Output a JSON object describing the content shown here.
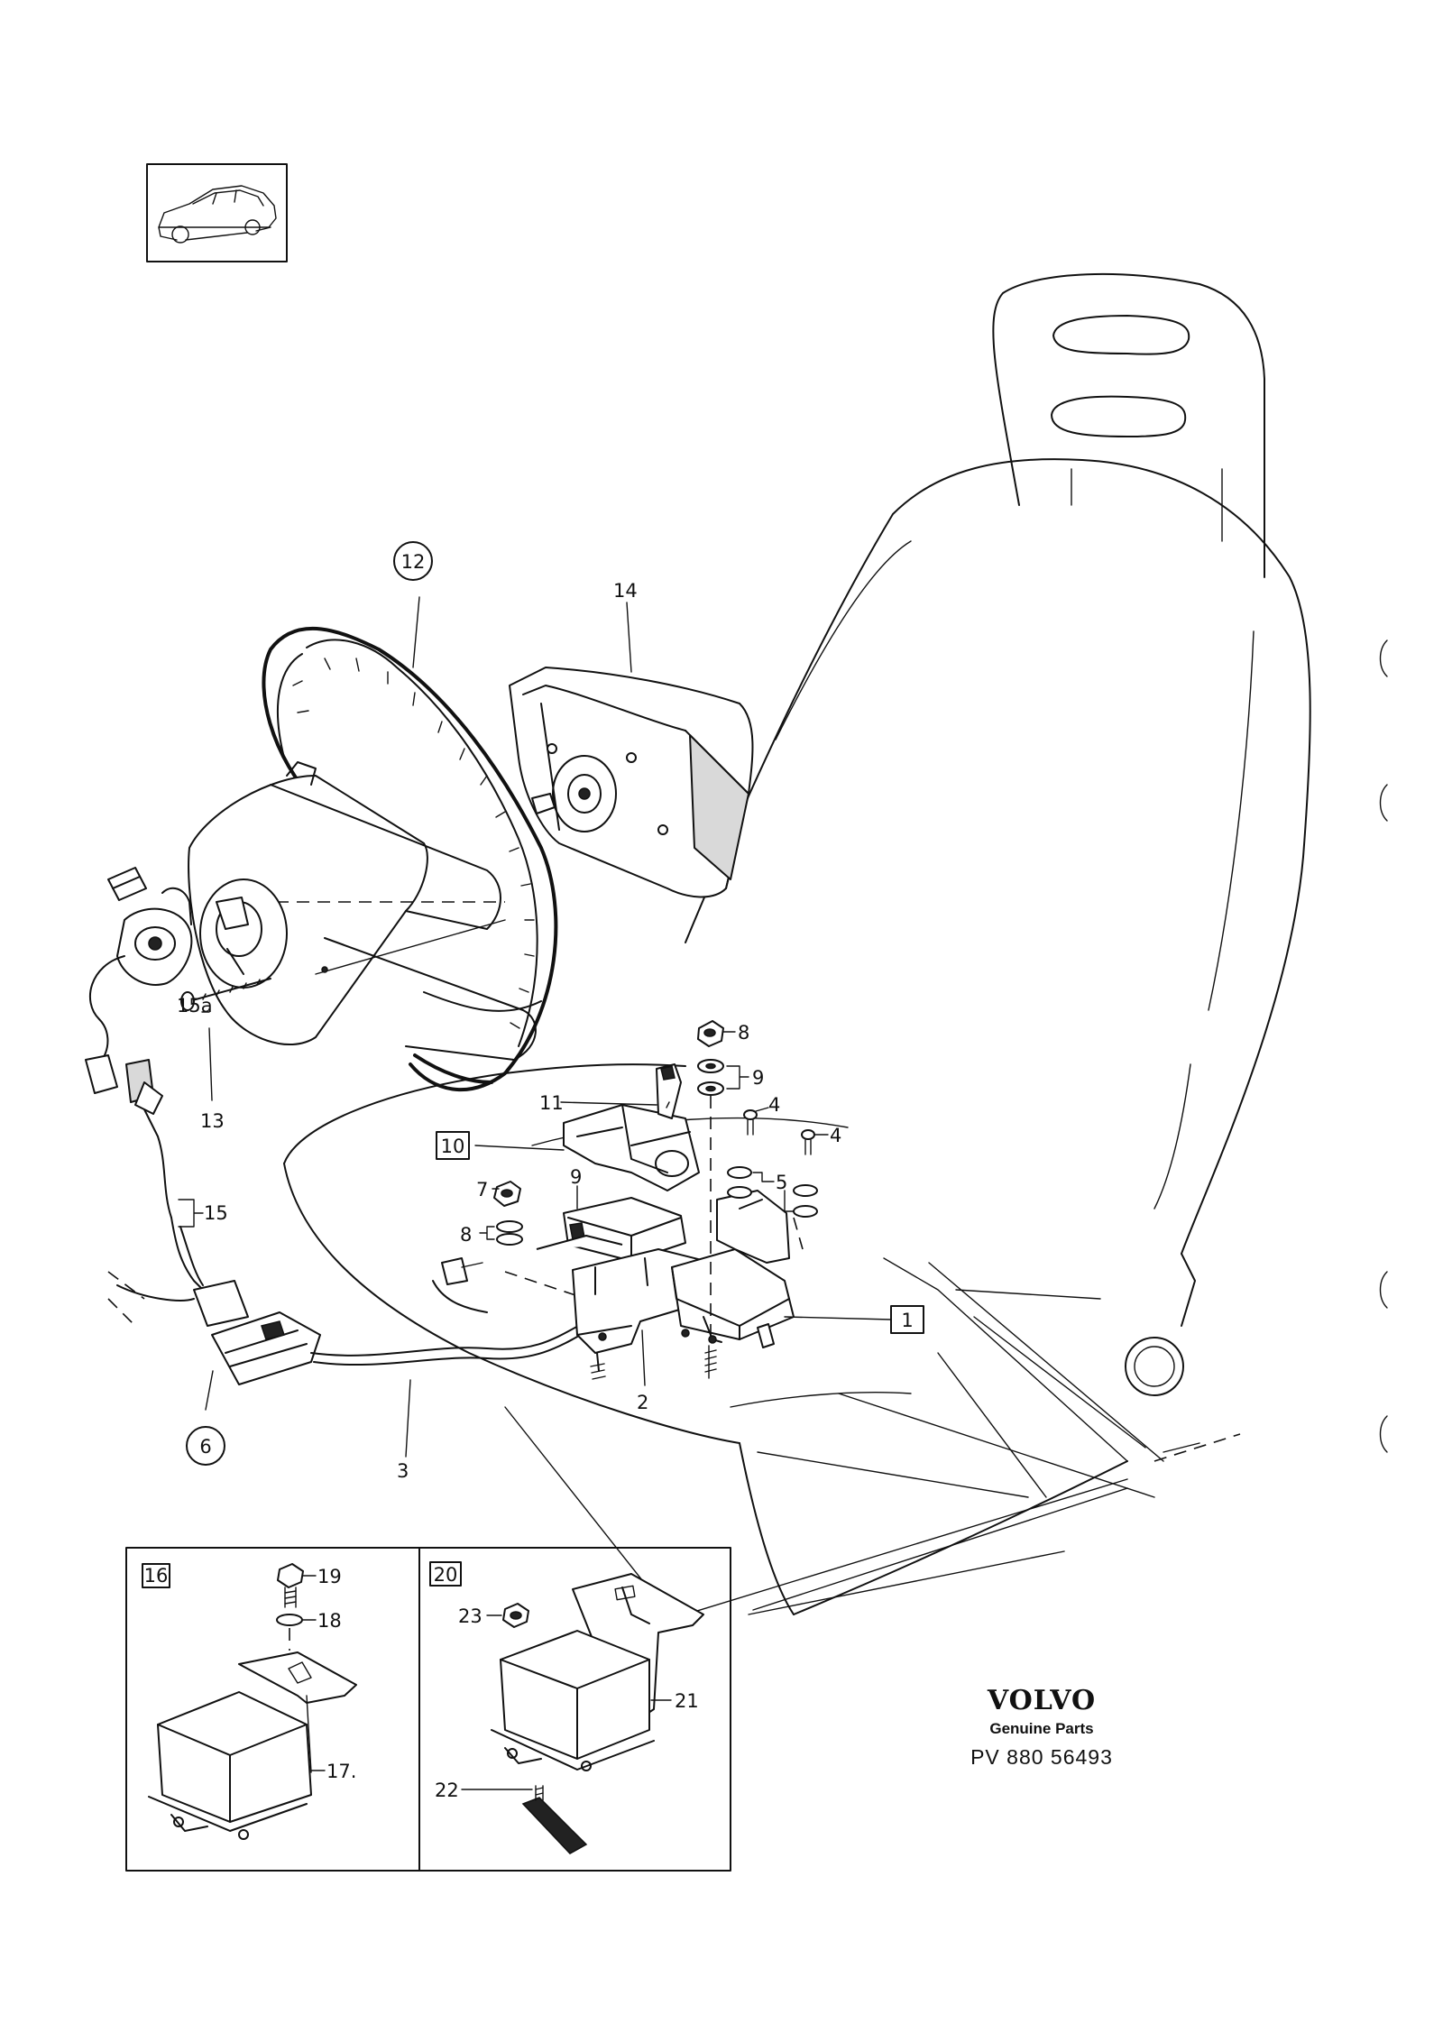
{
  "labels": {
    "l1": "1",
    "l2": "2",
    "l3": "3",
    "l4a": "4",
    "l4b": "4",
    "l5": "5",
    "l6": "6",
    "l7": "7",
    "l8a": "8",
    "l8b": "8",
    "l9a": "9",
    "l9b": "9",
    "l10": "10",
    "l11": "11",
    "l12": "12",
    "l13": "13",
    "l14": "14",
    "l15": "15",
    "l15a": "15a",
    "l16": "16",
    "l17": "17.",
    "l18": "18",
    "l19": "19",
    "l20": "20",
    "l21": "21",
    "l22": "22",
    "l23": "23"
  },
  "branding": {
    "brand": "VOLVO",
    "tagline": "Genuine Parts",
    "part_ref": "PV 880 56493"
  },
  "icons": {
    "vehicle": "sedan-car-icon"
  }
}
